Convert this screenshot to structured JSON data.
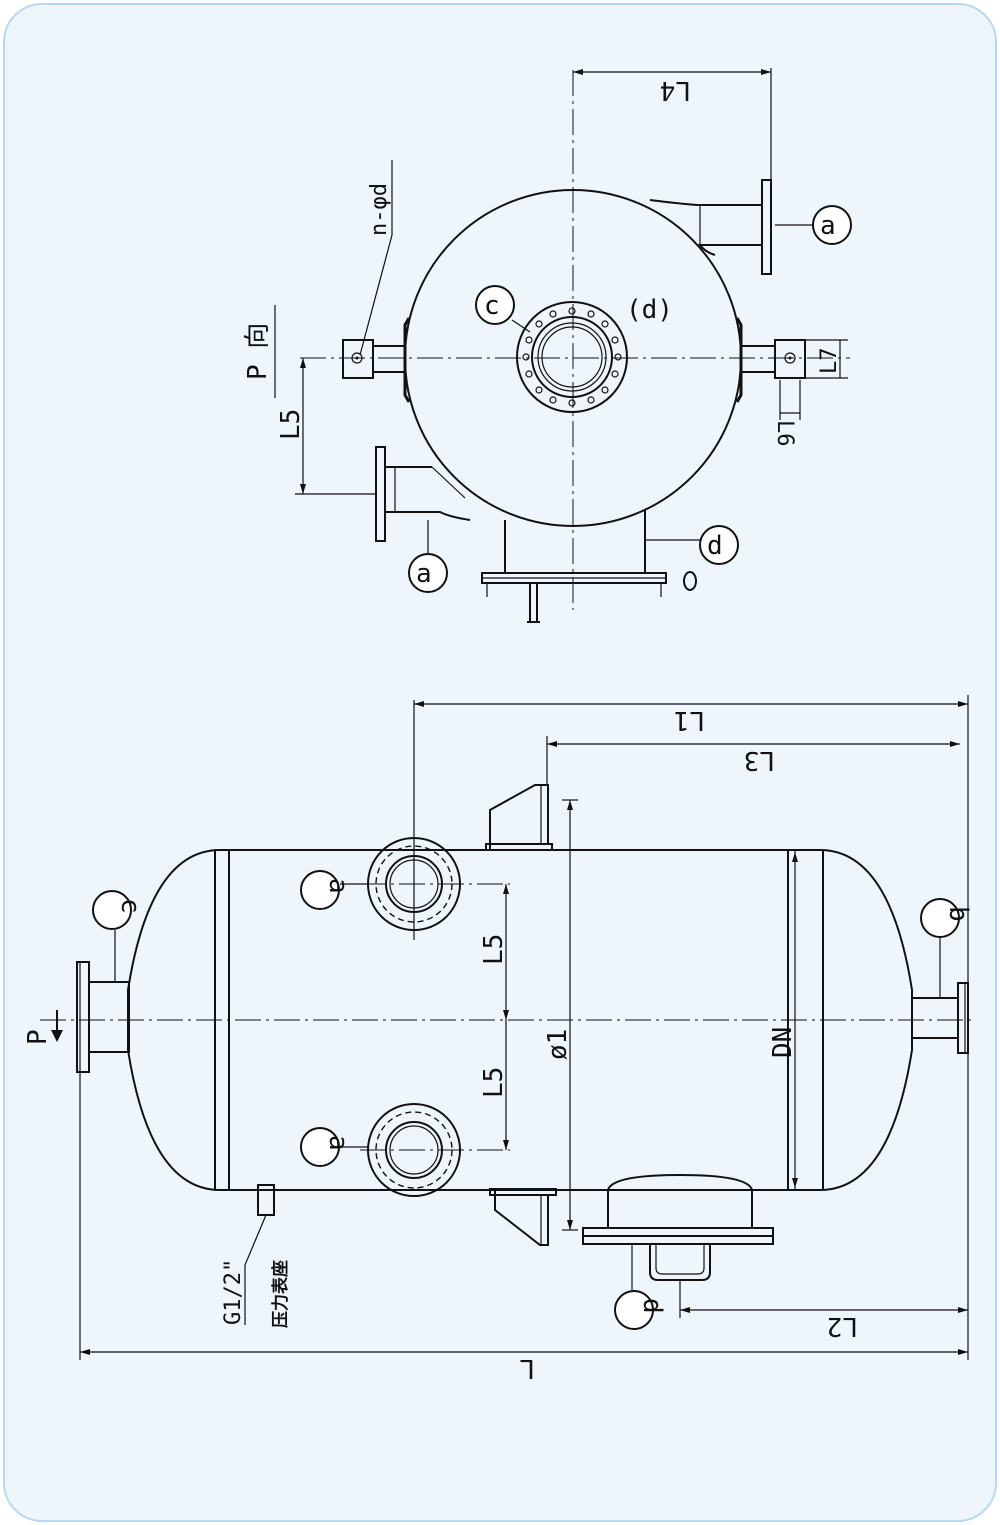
{
  "colors": {
    "page_bg": "#ffffff",
    "sheet_bg": "#eef6fc",
    "sheet_border": "#b9d7ee",
    "ink": "#111111"
  },
  "top_view": {
    "title": "P 向",
    "bolt_holes": "n-φd",
    "nozzles": {
      "left_side": "a",
      "right_side": "a",
      "bottom": "d",
      "center": "c",
      "center_inner": "(d)"
    },
    "dims": {
      "L4": "L4",
      "L5": "L5",
      "L6": "L6",
      "L7": "L7"
    }
  },
  "front_view": {
    "view_arrow": "P",
    "nozzles": {
      "left_head": "c",
      "right_head": "b",
      "shell_upper": "a",
      "shell_lower": "a",
      "bottom": "d"
    },
    "dims": {
      "L": "L",
      "L1": "L1",
      "L2": "L2",
      "L3": "L3",
      "L5_upper": "L5",
      "L5_lower": "L5",
      "phi1": "ø1",
      "DN": "DN"
    },
    "gauge_port": "G1/2\"",
    "gauge_label": "压力表座"
  }
}
